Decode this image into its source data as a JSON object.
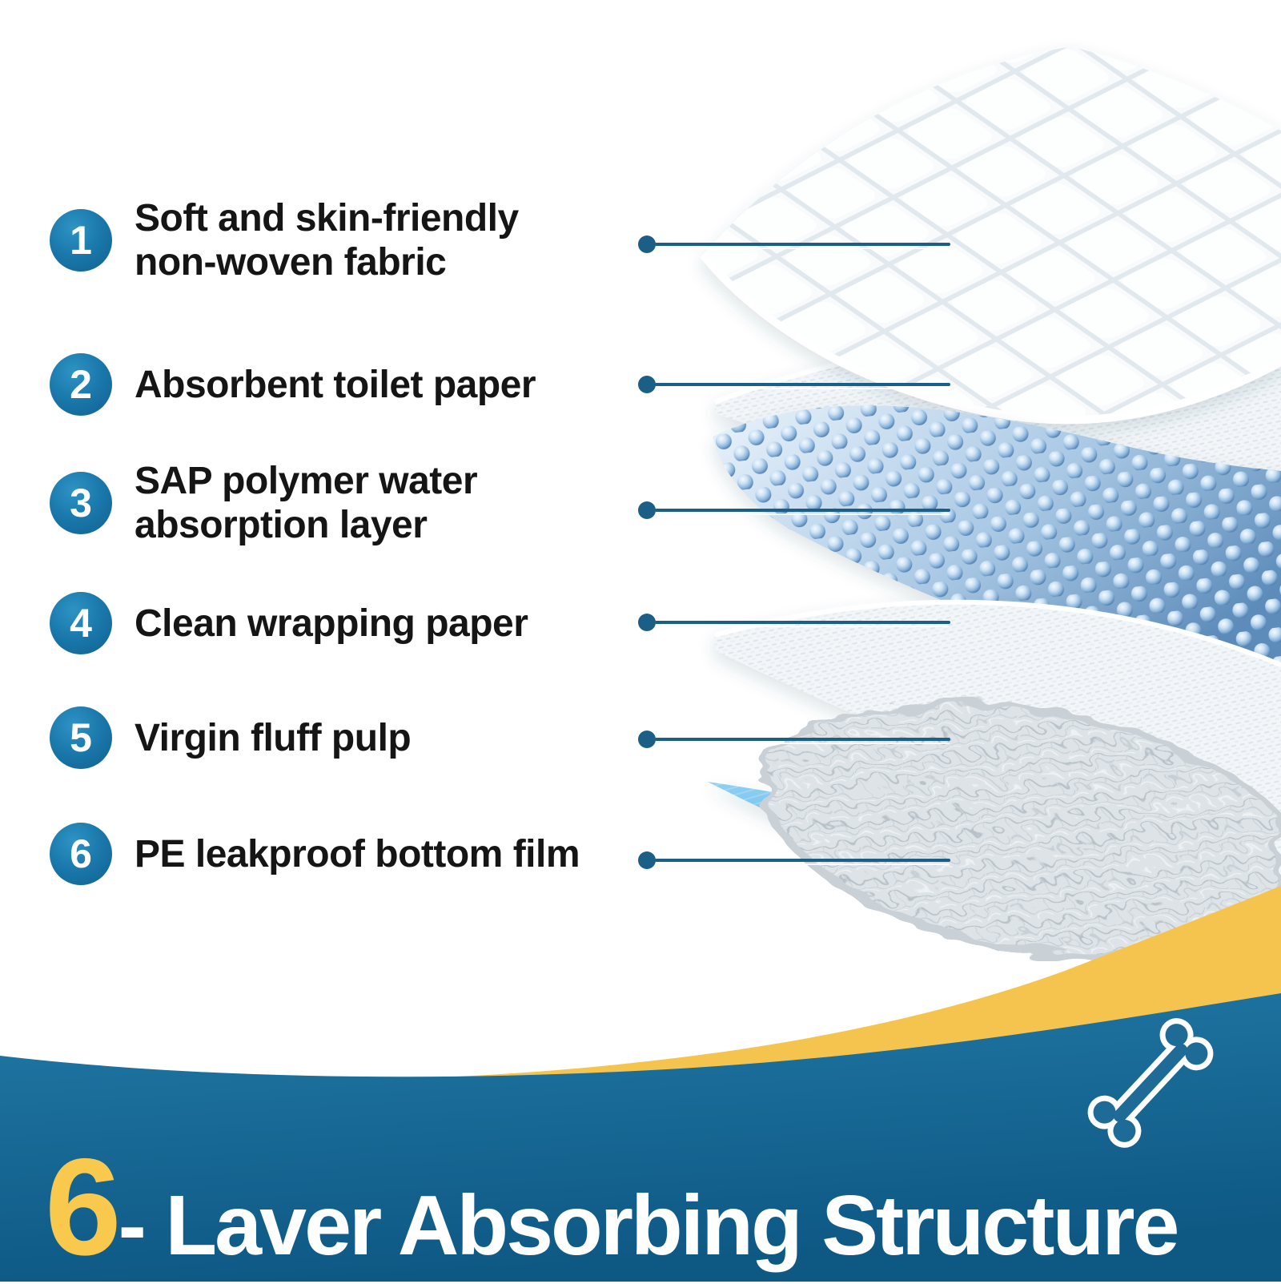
{
  "page": {
    "background": "#ffffff"
  },
  "legend": {
    "circle_color": "#1a78ab",
    "text_color": "#151515",
    "leader_color": "#1b5f87",
    "items": [
      {
        "number": "1",
        "line1": "Soft and skin-friendly",
        "line2": "non-woven fabric"
      },
      {
        "number": "2",
        "line1": "Absorbent toilet paper",
        "line2": ""
      },
      {
        "number": "3",
        "line1": "SAP polymer water",
        "line2": "absorption layer"
      },
      {
        "number": "4",
        "line1": "Clean wrapping paper",
        "line2": ""
      },
      {
        "number": "5",
        "line1": "Virgin fluff pulp",
        "line2": ""
      },
      {
        "number": "6",
        "line1": "PE leakproof bottom film",
        "line2": ""
      }
    ]
  },
  "diagram": {
    "quilt_color": "#f7f9fb",
    "paper_color": "#f2f5f7",
    "bead_color": "#6f9fcc",
    "fluff_color": "#d6dce0",
    "film_color": "#55ade2"
  },
  "banner": {
    "big_number": "6",
    "title_rest": "- Laver Absorbing Structure",
    "number_color": "#f8c94d",
    "title_color": "#ffffff",
    "blue_top": "#2279a6",
    "blue_bottom": "#0e5884",
    "swoosh_color": "#f5c44e",
    "bone_icon": "bone-icon"
  }
}
